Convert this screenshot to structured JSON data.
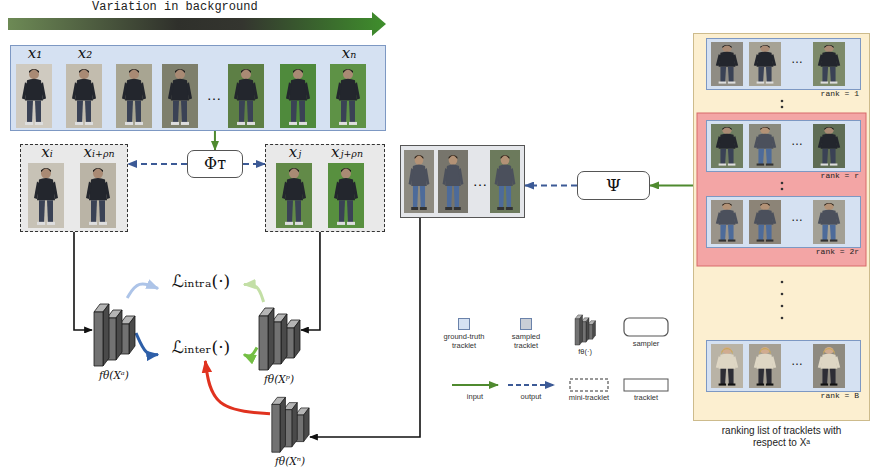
{
  "diagram": {
    "nodes": [
      {
        "text": [
          "x₁",
          "x₂",
          "…",
          "xₙ"
        ]
      },
      {
        "text": [
          "Φᴛ"
        ]
      },
      {
        "text": [
          "xᵢ",
          "xᵢ₊ᵨₙ"
        ]
      },
      {
        "text": [
          "xⱼ",
          "xⱼ₊ᵨₙ"
        ]
      },
      {
        "text": [
          "…"
        ]
      },
      {
        "text": [
          "Ψ"
        ]
      },
      {
        "text": [
          "ranking list of tracklets with respect to Xᵃ"
        ]
      },
      {
        "text": [
          "…",
          "rank = 1"
        ],
        "in": 6
      },
      {
        "text": [
          "…",
          "rank = r"
        ],
        "in": 6
      },
      {
        "text": [
          "…",
          "rank = 2r"
        ],
        "in": 6
      },
      {
        "text": [
          "…",
          "rank = B"
        ],
        "in": 6
      },
      {
        "text": [
          "fθ(Xᵃ)"
        ]
      },
      {
        "text": [
          "ℒᵢₙₜᵣₐ(·)"
        ]
      },
      {
        "text": [
          "fθ(Xᵖ)"
        ]
      },
      {
        "text": [
          "ℒᵢₙₜₑᵣ(·)"
        ]
      },
      {
        "text": [
          "fθ(Xⁿ)"
        ]
      }
    ],
    "edges": [
      {
        "from": 0,
        "to": 1,
        "arrow": "to"
      },
      {
        "from": 1,
        "to": 2,
        "arrow": "to"
      },
      {
        "from": 1,
        "to": 3,
        "arrow": "to"
      },
      {
        "from": 2,
        "to": 11,
        "arrow": "to"
      },
      {
        "from": 3,
        "to": 13,
        "arrow": "to"
      },
      {
        "from": 4,
        "to": 15,
        "arrow": "to"
      },
      {
        "from": 6,
        "to": 5,
        "arrow": "to"
      },
      {
        "from": 5,
        "to": 4,
        "arrow": "to"
      },
      {
        "from": 11,
        "to": 12,
        "arrow": "to"
      },
      {
        "from": 11,
        "to": 14,
        "arrow": "to"
      },
      {
        "from": 13,
        "to": 12,
        "arrow": "to"
      },
      {
        "from": 13,
        "to": 14,
        "arrow": "to"
      },
      {
        "from": 15,
        "to": 14,
        "arrow": "to"
      }
    ],
    "labels": [
      "Variation in background"
    ],
    "legend": [
      {
        "text": "ground-truth tracklet",
        "color": "#d5e1f2"
      },
      {
        "text": "sampled tracklet",
        "color": "#c9ced6"
      },
      {
        "text": "fθ(·)"
      },
      {
        "text": "sampler"
      },
      {
        "text": "input"
      },
      {
        "text": "output"
      },
      {
        "text": "mini-tracklet"
      },
      {
        "text": "tracklet"
      }
    ]
  }
}
